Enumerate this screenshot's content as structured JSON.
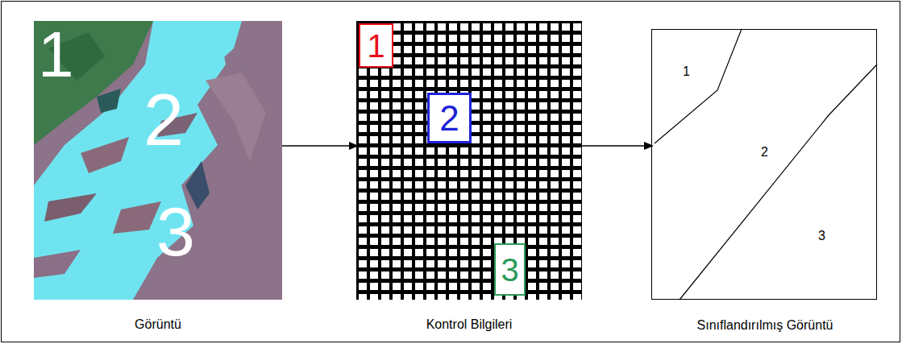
{
  "diagram": {
    "nodes": [
      {
        "text": [
          "1",
          "2",
          "3",
          "Görüntü"
        ]
      },
      {
        "text": [
          "Kontrol Bilgileri"
        ]
      },
      {
        "text": [
          "1"
        ],
        "in": 1
      },
      {
        "text": [
          "2"
        ],
        "in": 1
      },
      {
        "text": [
          "3"
        ],
        "in": 1
      },
      {
        "text": [
          "1",
          "2",
          "3",
          "Sınıflandırılmış Görüntü"
        ]
      }
    ],
    "edges": [
      {
        "from": 0,
        "to": 1,
        "arrow": "to"
      },
      {
        "from": 1,
        "to": 5,
        "arrow": "to"
      }
    ]
  }
}
